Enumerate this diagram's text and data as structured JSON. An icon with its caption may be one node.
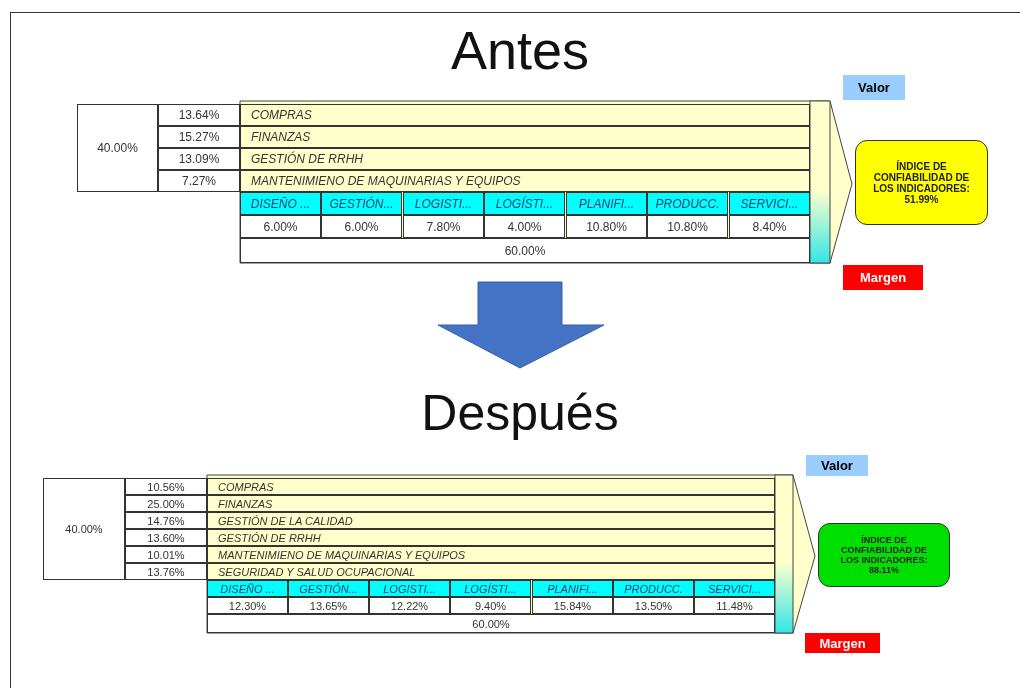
{
  "diagram": {
    "nodes": [
      {
        "text": [
          "Valor"
        ]
      },
      {
        "text": [
          "ÍNDICE DE CONFIABILIDAD DE LOS INDICADORES: 51.99%"
        ]
      },
      {
        "text": [
          "Margen"
        ]
      },
      {
        "text": [
          "Valor"
        ]
      },
      {
        "text": [
          "ÍNDICE DE CONFIABILIDAD DE LOS INDICADORES: 88.11%"
        ]
      },
      {
        "text": [
          "Margen"
        ]
      }
    ],
    "edges": [],
    "labels": [
      "Antes",
      "40.00%",
      "13.64%",
      "COMPRAS",
      "15.27%",
      "FINANZAS",
      "13.09%",
      "GESTIÓN DE RRHH",
      "7.27%",
      "MANTENIMIENO DE MAQUINARIAS Y EQUIPOS",
      "DISEÑO ...",
      "GESTIÓN...",
      "LOGISTI...",
      "LOGÍSTI...",
      "PLANIFI...",
      "PRODUCC.",
      "SERVICI...",
      "6.00%",
      "6.00%",
      "7.80%",
      "4.00%",
      "10.80%",
      "10.80%",
      "8.40%",
      "60.00%",
      "Después",
      "40.00%",
      "10.56%",
      "COMPRAS",
      "25.00%",
      "FINANZAS",
      "14.76%",
      "GESTIÓN DE LA CALIDAD",
      "13.60%",
      "GESTIÓN DE RRHH",
      "10.01%",
      "MANTENIMIENO DE MAQUINARIAS Y EQUIPOS",
      "13.76%",
      "SEGURIDAD Y SALUD OCUPACIONAL",
      "DISEÑO ...",
      "GESTIÓN...",
      "LOGISTI...",
      "LOGÍSTI...",
      "PLANIFI...",
      "PRODUCC.",
      "SERVICI...",
      "12.30%",
      "13.65%",
      "12.22%",
      "9.40%",
      "15.84%",
      "13.50%",
      "11.48%",
      "60.00%"
    ]
  }
}
